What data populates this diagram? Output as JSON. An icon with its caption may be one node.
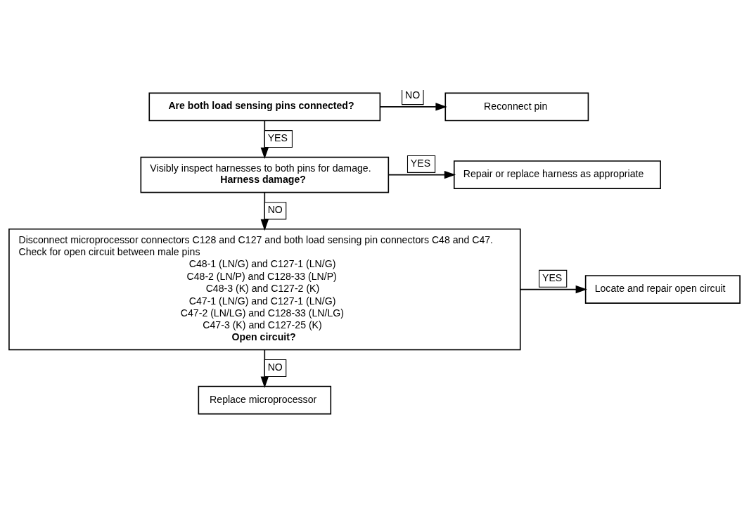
{
  "diagram": {
    "nodes": [
      {
        "text": [
          "Are both load sensing pins connected?"
        ]
      },
      {
        "text": [
          "Reconnect pin"
        ]
      },
      {
        "text": [
          "Visibly inspect harnesses to both pins for damage.",
          "Harness damage?"
        ]
      },
      {
        "text": [
          "Repair or replace harness as appropriate"
        ]
      },
      {
        "text": [
          "Disconnect microprocessor connectors C128 and C127 and both load sensing pin connectors C48 and C47.",
          "Check for open circuit between male pins",
          "C48-1 (LN/G) and C127-1 (LN/G)",
          "C48-2 (LN/P) and C128-33 (LN/P)",
          "C48-3 (K) and C127-2 (K)",
          "C47-1 (LN/G) and C127-1 (LN/G)",
          "C47-2 (LN/LG) and C128-33 (LN/LG)",
          "C47-3 (K) and C127-25 (K)",
          "Open circuit?"
        ]
      },
      {
        "text": [
          "Locate and repair open circuit"
        ]
      },
      {
        "text": [
          "Replace microprocessor"
        ]
      }
    ],
    "edges": [
      {
        "from": 0,
        "to": 1,
        "arrow": "to",
        "label": "NO"
      },
      {
        "from": 0,
        "to": 2,
        "arrow": "to",
        "label": "YES"
      },
      {
        "from": 2,
        "to": 3,
        "arrow": "to",
        "label": "YES"
      },
      {
        "from": 2,
        "to": 4,
        "arrow": "to",
        "label": "NO"
      },
      {
        "from": 4,
        "to": 5,
        "arrow": "to",
        "label": "YES"
      },
      {
        "from": 4,
        "to": 6,
        "arrow": "to",
        "label": "NO"
      }
    ]
  }
}
